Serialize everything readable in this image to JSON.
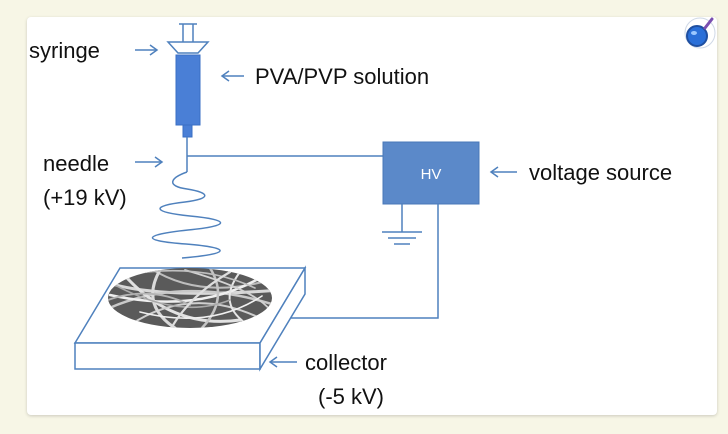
{
  "labels": {
    "syringe": "syringe",
    "solution": "PVA/PVP solution",
    "needle": "needle",
    "needle_voltage": "(+19 kV)",
    "hv": "HV",
    "voltage_source": "voltage source",
    "collector": "collector",
    "collector_voltage": "(-5 kV)"
  },
  "colors": {
    "line": "#4f81bd",
    "syringe_fill": "#4a7fd6",
    "hv_fill": "#5b89c9",
    "text": "#111111"
  },
  "icons": {
    "corner": "magnifier-icon"
  }
}
